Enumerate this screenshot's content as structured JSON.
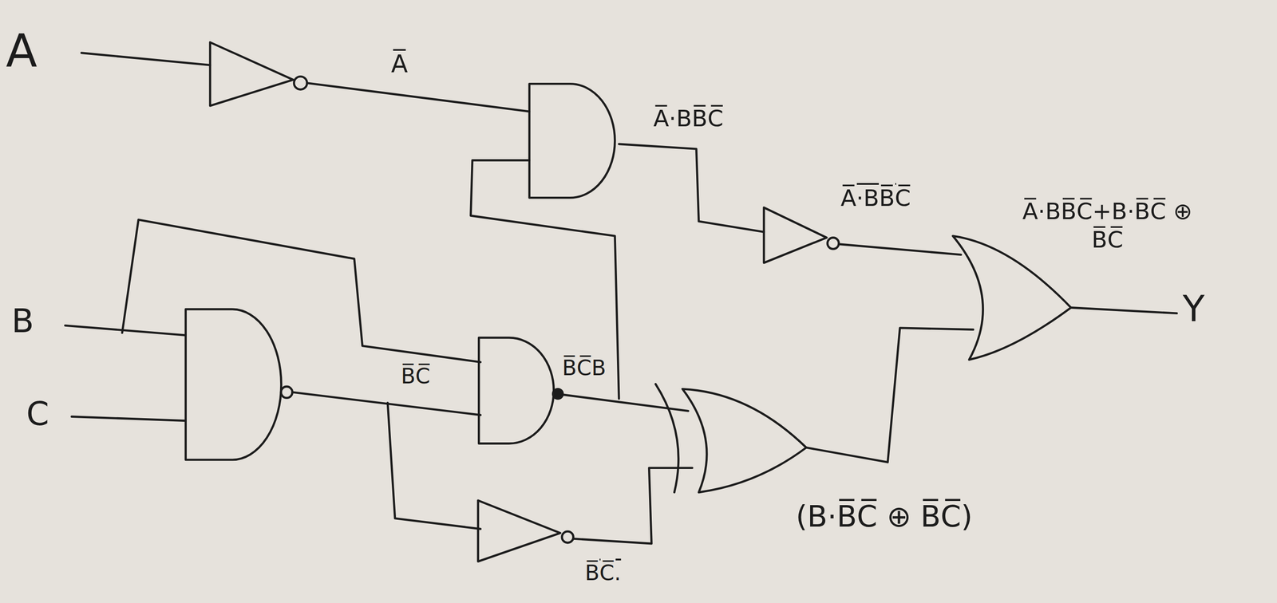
{
  "diagram": {
    "labels": [
      "A",
      "B",
      "C",
      "A̅",
      "A̅·BB̅C̅",
      "A̅·BB̅C̅",
      "A̅·BB̅C̅+B·B̅C̅ ⊕ B̅C̅",
      "Y",
      "B̅C̅",
      "B̅C̅B",
      "B̅C̅.",
      "(B·B̅C̅ ⊕ B̅C̅)"
    ]
  }
}
